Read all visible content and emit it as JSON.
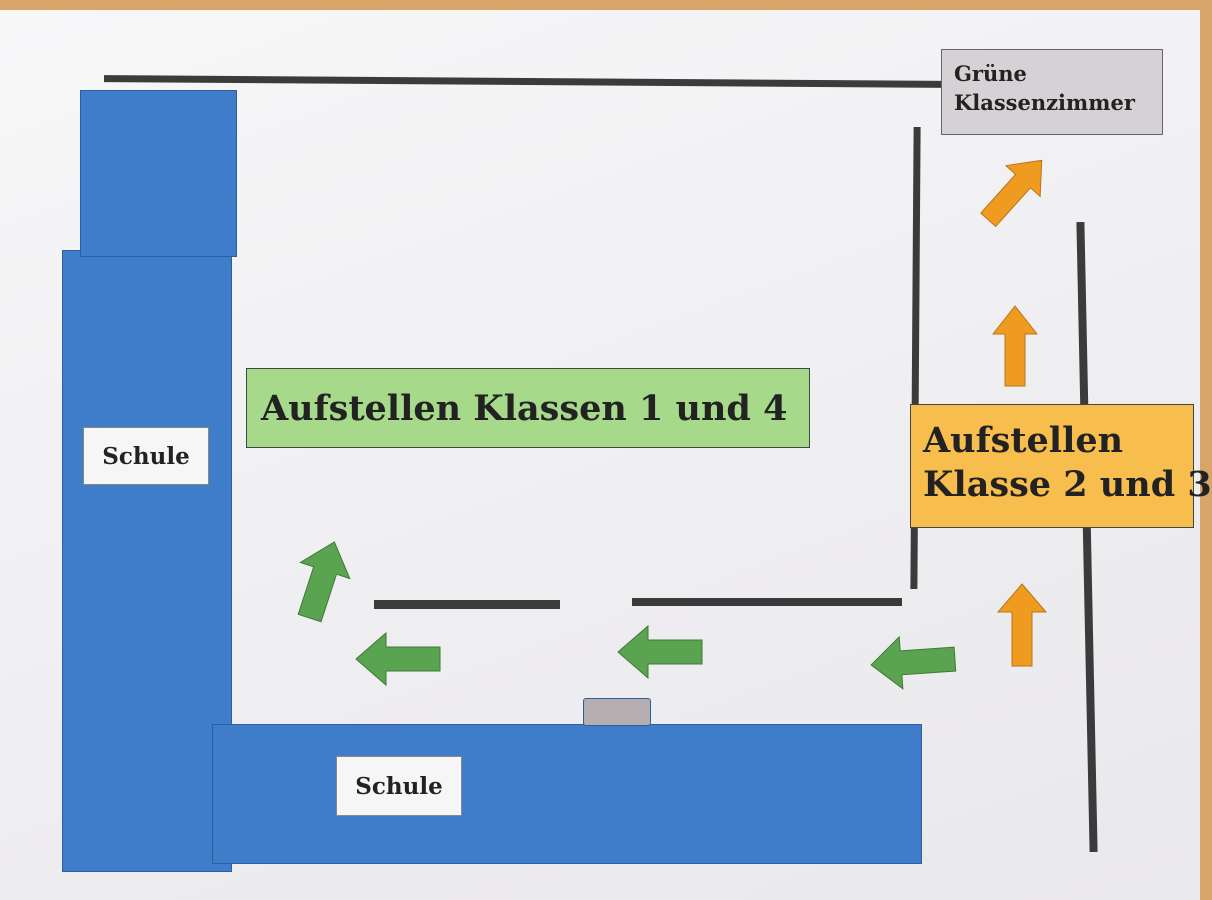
{
  "labels": {
    "school_left": "Schule",
    "school_bottom": "Schule",
    "assembly_green": "Aufstellen Klassen 1 und 4",
    "assembly_orange_line1": "Aufstellen",
    "assembly_orange_line2": "Klasse 2 und 3",
    "green_rooms_line1": "Grüne",
    "green_rooms_line2": "Klassenzimmer"
  },
  "colors": {
    "building": "#3f7cc9",
    "green_arrow": "#5aa350",
    "orange_arrow": "#ef9b20",
    "green_zone": "#a6d98a",
    "orange_zone": "#f7bd4d",
    "wall": "#3b3b3b"
  },
  "arrows": [
    {
      "name": "green-arrow-left-1",
      "icon": "arrow-left-icon",
      "color": "green"
    },
    {
      "name": "green-arrow-left-2",
      "icon": "arrow-left-icon",
      "color": "green"
    },
    {
      "name": "green-arrow-left-3",
      "icon": "arrow-left-icon",
      "color": "green"
    },
    {
      "name": "green-arrow-up-right",
      "icon": "arrow-up-right-icon",
      "color": "green"
    },
    {
      "name": "orange-arrow-up-1",
      "icon": "arrow-up-icon",
      "color": "orange"
    },
    {
      "name": "orange-arrow-up-2",
      "icon": "arrow-up-icon",
      "color": "orange"
    },
    {
      "name": "orange-arrow-up-right",
      "icon": "arrow-up-right-icon",
      "color": "orange"
    }
  ]
}
